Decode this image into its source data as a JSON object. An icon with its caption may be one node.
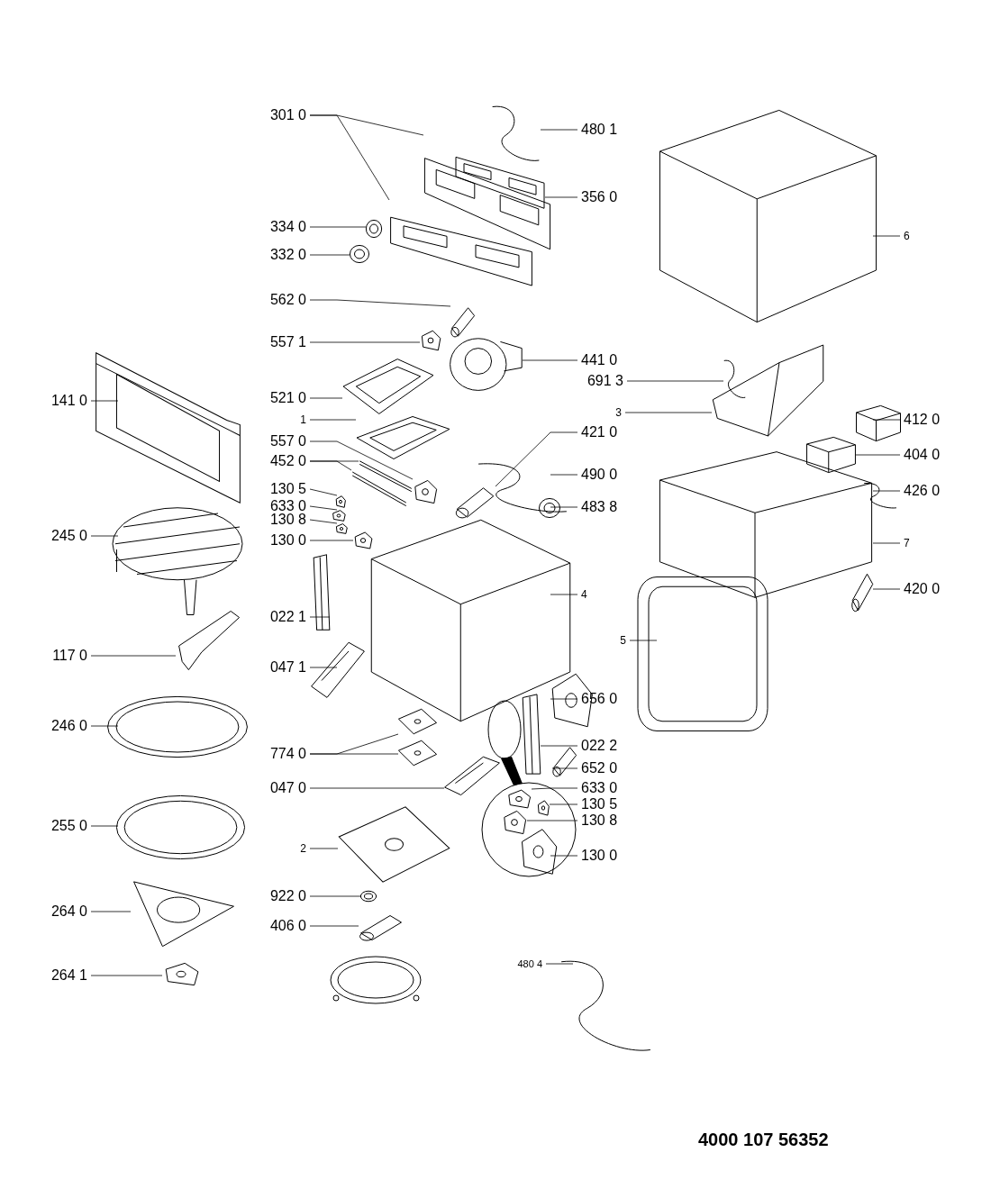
{
  "diagram": {
    "nodes": [
      {
        "text": [
          "301 0"
        ]
      },
      {
        "text": [
          "480 1"
        ]
      },
      {
        "text": [
          "356 0"
        ]
      },
      {
        "text": [
          "334 0"
        ]
      },
      {
        "text": [
          "6"
        ]
      },
      {
        "text": [
          "332 0"
        ]
      },
      {
        "text": [
          "562 0"
        ]
      },
      {
        "text": [
          "557 1"
        ]
      },
      {
        "text": [
          "441 0"
        ]
      },
      {
        "text": [
          "691 3"
        ]
      },
      {
        "text": [
          "141 0"
        ]
      },
      {
        "text": [
          "521 0"
        ]
      },
      {
        "text": [
          "3"
        ]
      },
      {
        "text": [
          "412 0"
        ]
      },
      {
        "text": [
          "1"
        ]
      },
      {
        "text": [
          "421 0"
        ]
      },
      {
        "text": [
          "557 0"
        ]
      },
      {
        "text": [
          "404 0"
        ]
      },
      {
        "text": [
          "452 0"
        ]
      },
      {
        "text": [
          "490 0"
        ]
      },
      {
        "text": [
          "130 5"
        ]
      },
      {
        "text": [
          "426 0"
        ]
      },
      {
        "text": [
          "633 0"
        ]
      },
      {
        "text": [
          "483 8"
        ]
      },
      {
        "text": [
          "130 8"
        ]
      },
      {
        "text": [
          "245 0"
        ]
      },
      {
        "text": [
          "130 0"
        ]
      },
      {
        "text": [
          "7"
        ]
      },
      {
        "text": [
          "420 0"
        ]
      },
      {
        "text": [
          "4"
        ]
      },
      {
        "text": [
          "022 1"
        ]
      },
      {
        "text": [
          "5"
        ]
      },
      {
        "text": [
          "117 0"
        ]
      },
      {
        "text": [
          "047 1"
        ]
      },
      {
        "text": [
          "656 0"
        ]
      },
      {
        "text": [
          "246 0"
        ]
      },
      {
        "text": [
          "022 2"
        ]
      },
      {
        "text": [
          "774 0"
        ]
      },
      {
        "text": [
          "652 0"
        ]
      },
      {
        "text": [
          "047 0"
        ]
      },
      {
        "text": [
          "633 0"
        ]
      },
      {
        "text": [
          "130 5"
        ]
      },
      {
        "text": [
          "130 8"
        ]
      },
      {
        "text": [
          "255 0"
        ]
      },
      {
        "text": [
          "2"
        ]
      },
      {
        "text": [
          "130 0"
        ]
      },
      {
        "text": [
          "922 0"
        ]
      },
      {
        "text": [
          "264 0"
        ]
      },
      {
        "text": [
          "406 0"
        ]
      },
      {
        "text": [
          "480 4"
        ]
      },
      {
        "text": [
          "264 1"
        ]
      },
      {
        "text": [],
        "shape": "picture"
      },
      {
        "text": [],
        "shape": "picture"
      },
      {
        "text": [],
        "shape": "picture"
      },
      {
        "text": [],
        "shape": "picture"
      },
      {
        "text": [],
        "shape": "picture"
      },
      {
        "text": [],
        "shape": "picture"
      },
      {
        "text": [],
        "shape": "picture"
      },
      {
        "text": [],
        "shape": "picture"
      },
      {
        "text": [],
        "shape": "picture"
      },
      {
        "text": [],
        "shape": "picture"
      },
      {
        "text": [],
        "shape": "picture"
      },
      {
        "text": [],
        "shape": "picture"
      },
      {
        "text": [],
        "shape": "picture"
      },
      {
        "text": [],
        "shape": "picture"
      },
      {
        "text": [],
        "shape": "picture"
      },
      {
        "text": [],
        "shape": "picture"
      },
      {
        "text": [],
        "shape": "picture"
      },
      {
        "text": [],
        "shape": "picture"
      },
      {
        "text": [],
        "shape": "picture"
      },
      {
        "text": [],
        "shape": "picture"
      },
      {
        "text": [],
        "shape": "picture"
      },
      {
        "text": [],
        "shape": "picture"
      },
      {
        "text": [],
        "shape": "picture"
      },
      {
        "text": [],
        "shape": "picture"
      },
      {
        "text": [],
        "shape": "picture"
      },
      {
        "text": [],
        "shape": "picture"
      },
      {
        "text": [],
        "shape": "picture"
      },
      {
        "text": [],
        "shape": "picture"
      },
      {
        "text": [],
        "shape": "picture"
      },
      {
        "text": [],
        "shape": "picture"
      },
      {
        "text": [],
        "shape": "picture"
      },
      {
        "text": [],
        "shape": "picture"
      },
      {
        "text": [],
        "shape": "picture"
      },
      {
        "text": [],
        "shape": "picture"
      },
      {
        "text": [],
        "shape": "picture"
      },
      {
        "text": [],
        "shape": "picture"
      },
      {
        "text": [],
        "shape": "picture"
      },
      {
        "text": [],
        "shape": "picture"
      },
      {
        "text": [],
        "shape": "picture"
      },
      {
        "text": [],
        "shape": "picture"
      },
      {
        "text": [],
        "shape": "picture"
      },
      {
        "text": [],
        "shape": "picture"
      },
      {
        "text": [],
        "shape": "picture"
      },
      {
        "text": [],
        "shape": "picture"
      },
      {
        "text": [],
        "shape": "picture"
      },
      {
        "text": [],
        "shape": "picture"
      },
      {
        "text": [],
        "shape": "picture"
      },
      {
        "text": [],
        "shape": "picture"
      },
      {
        "text": [],
        "shape": "picture"
      },
      {
        "text": [],
        "shape": "picture"
      },
      {
        "text": [],
        "shape": "picture"
      },
      {
        "text": [],
        "shape": "picture"
      },
      {
        "text": [],
        "shape": "picture"
      },
      {
        "text": [],
        "shape": "picture"
      }
    ],
    "edges": [
      {
        "from": 0,
        "to": 51,
        "arrow": "none"
      },
      {
        "from": 0,
        "to": 52,
        "arrow": "none"
      },
      {
        "from": 1,
        "to": 53,
        "arrow": "none"
      },
      {
        "from": 2,
        "to": 54,
        "arrow": "none"
      },
      {
        "from": 3,
        "to": 55,
        "arrow": "none"
      },
      {
        "from": 4,
        "to": 56,
        "arrow": "none"
      },
      {
        "from": 5,
        "to": 57,
        "arrow": "none"
      },
      {
        "from": 6,
        "to": 58,
        "arrow": "none"
      },
      {
        "from": 7,
        "to": 59,
        "arrow": "none"
      },
      {
        "from": 8,
        "to": 60,
        "arrow": "none"
      },
      {
        "from": 9,
        "to": 61,
        "arrow": "none"
      },
      {
        "from": 10,
        "to": 62,
        "arrow": "none"
      },
      {
        "from": 11,
        "to": 63,
        "arrow": "none"
      },
      {
        "from": 12,
        "to": 64,
        "arrow": "none"
      },
      {
        "from": 13,
        "to": 65,
        "arrow": "none"
      },
      {
        "from": 14,
        "to": 66,
        "arrow": "none"
      },
      {
        "from": 15,
        "to": 67,
        "arrow": "none"
      },
      {
        "from": 16,
        "to": 68,
        "arrow": "none"
      },
      {
        "from": 17,
        "to": 69,
        "arrow": "none"
      },
      {
        "from": 18,
        "to": 70,
        "arrow": "none"
      },
      {
        "from": 18,
        "to": 71,
        "arrow": "none"
      },
      {
        "from": 19,
        "to": 72,
        "arrow": "none"
      },
      {
        "from": 20,
        "to": 73,
        "arrow": "none"
      },
      {
        "from": 21,
        "to": 74,
        "arrow": "none"
      },
      {
        "from": 22,
        "to": 75,
        "arrow": "none"
      },
      {
        "from": 23,
        "to": 76,
        "arrow": "none"
      },
      {
        "from": 24,
        "to": 77,
        "arrow": "none"
      },
      {
        "from": 25,
        "to": 78,
        "arrow": "none"
      },
      {
        "from": 26,
        "to": 79,
        "arrow": "none"
      },
      {
        "from": 27,
        "to": 80,
        "arrow": "none"
      },
      {
        "from": 28,
        "to": 81,
        "arrow": "none"
      },
      {
        "from": 29,
        "to": 82,
        "arrow": "none"
      },
      {
        "from": 30,
        "to": 83,
        "arrow": "none"
      },
      {
        "from": 31,
        "to": 84,
        "arrow": "none"
      },
      {
        "from": 32,
        "to": 85,
        "arrow": "none"
      },
      {
        "from": 33,
        "to": 86,
        "arrow": "none"
      },
      {
        "from": 34,
        "to": 87,
        "arrow": "none"
      },
      {
        "from": 35,
        "to": 88,
        "arrow": "none"
      },
      {
        "from": 36,
        "to": 89,
        "arrow": "none"
      },
      {
        "from": 37,
        "to": 90,
        "arrow": "none"
      },
      {
        "from": 37,
        "to": 91,
        "arrow": "none"
      },
      {
        "from": 38,
        "to": 92,
        "arrow": "none"
      },
      {
        "from": 39,
        "to": 93,
        "arrow": "none"
      },
      {
        "from": 40,
        "to": 94,
        "arrow": "none"
      },
      {
        "from": 41,
        "to": 95,
        "arrow": "none"
      },
      {
        "from": 42,
        "to": 96,
        "arrow": "none"
      },
      {
        "from": 43,
        "to": 97,
        "arrow": "none"
      },
      {
        "from": 44,
        "to": 98,
        "arrow": "none"
      },
      {
        "from": 45,
        "to": 99,
        "arrow": "none"
      },
      {
        "from": 46,
        "to": 100,
        "arrow": "none"
      },
      {
        "from": 47,
        "to": 101,
        "arrow": "none"
      },
      {
        "from": 48,
        "to": 102,
        "arrow": "none"
      },
      {
        "from": 49,
        "to": 103,
        "arrow": "none"
      },
      {
        "from": 50,
        "to": 104,
        "arrow": "none"
      }
    ],
    "labels": [
      "4000 107 56352"
    ]
  }
}
